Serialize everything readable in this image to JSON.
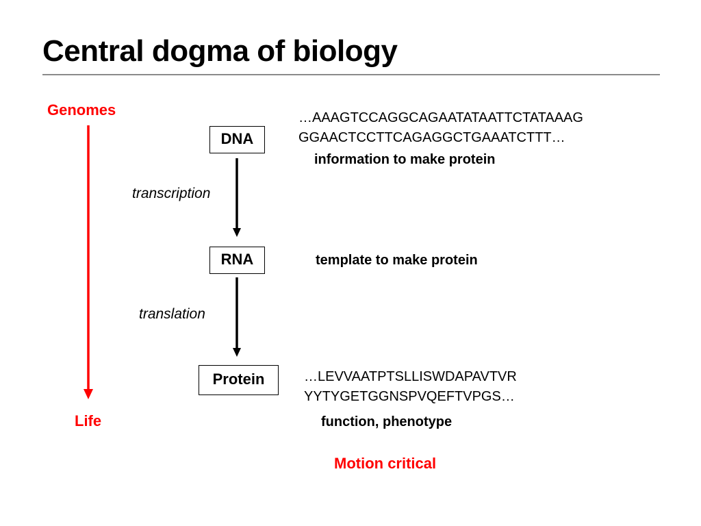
{
  "title": "Central dogma of biology",
  "axis": {
    "top_label": "Genomes",
    "bottom_label": "Life",
    "color": "#ff0000"
  },
  "nodes": {
    "dna": "DNA",
    "rna": "RNA",
    "protein": "Protein"
  },
  "processes": {
    "transcription": "transcription",
    "translation": "translation"
  },
  "dna_sequence": {
    "line1": "…AAAGTCCAGGCAGAATATAATTCTATAAAG",
    "line2": "GGAACTCCTTCAGAGGCTGAAATCTTT…"
  },
  "protein_sequence": {
    "line1": "…LEVVAATPTSLLISWDAPAVTVR",
    "line2": "YYTYGETGGNSPVQEFTVPGS…"
  },
  "descriptions": {
    "dna": "information to make protein",
    "rna": "template to make protein",
    "protein": "function, phenotype"
  },
  "footer_note": "Motion critical",
  "colors": {
    "accent": "#ff0000",
    "arrow": "#000000",
    "rule": "#8a8a8a"
  }
}
